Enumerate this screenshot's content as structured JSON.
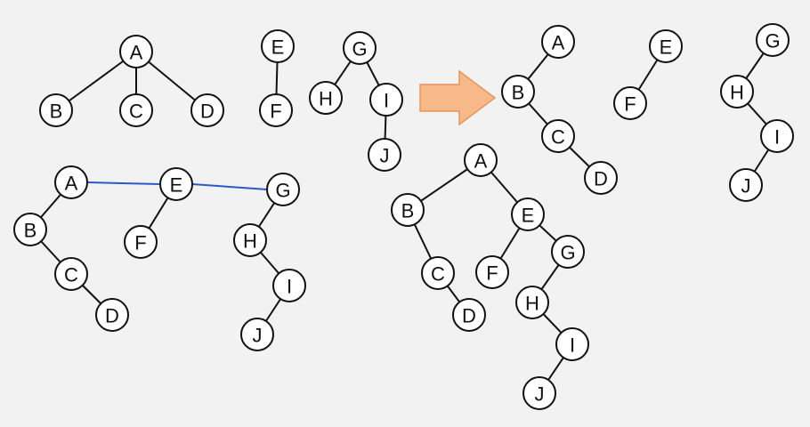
{
  "colors": {
    "background": "#f2f2f2",
    "node_fill": "#ffffff",
    "stroke": "#111111",
    "sibling_link": "#2a5bc4",
    "arrow_fill": "#f7b98a",
    "arrow_stroke": "#e8935a"
  },
  "groups": [
    {
      "id": "original-forest",
      "trees": [
        {
          "nodes": [
            "A",
            "B",
            "C",
            "D"
          ],
          "edges": [
            [
              "A",
              "B"
            ],
            [
              "A",
              "C"
            ],
            [
              "A",
              "D"
            ]
          ]
        },
        {
          "nodes": [
            "E",
            "F"
          ],
          "edges": [
            [
              "E",
              "F"
            ]
          ]
        },
        {
          "nodes": [
            "G",
            "H",
            "I",
            "J"
          ],
          "edges": [
            [
              "G",
              "H"
            ],
            [
              "G",
              "I"
            ],
            [
              "I",
              "J"
            ]
          ]
        }
      ]
    },
    {
      "id": "converted-trees",
      "trees": [
        {
          "nodes": [
            "A",
            "B",
            "C",
            "D"
          ],
          "edges": [
            [
              "A",
              "B"
            ],
            [
              "B",
              "C"
            ],
            [
              "C",
              "D"
            ]
          ]
        },
        {
          "nodes": [
            "E",
            "F"
          ],
          "edges": [
            [
              "E",
              "F"
            ]
          ]
        },
        {
          "nodes": [
            "G",
            "H",
            "I",
            "J"
          ],
          "edges": [
            [
              "G",
              "H"
            ],
            [
              "H",
              "I"
            ],
            [
              "I",
              "J"
            ]
          ]
        }
      ]
    },
    {
      "id": "linked-roots",
      "trees": [
        {
          "nodes": [
            "A",
            "B",
            "C",
            "D"
          ],
          "edges": [
            [
              "A",
              "B"
            ],
            [
              "B",
              "C"
            ],
            [
              "C",
              "D"
            ]
          ]
        },
        {
          "nodes": [
            "E",
            "F"
          ],
          "edges": [
            [
              "E",
              "F"
            ]
          ]
        },
        {
          "nodes": [
            "G",
            "H",
            "I",
            "J"
          ],
          "edges": [
            [
              "G",
              "H"
            ],
            [
              "H",
              "I"
            ],
            [
              "I",
              "J"
            ]
          ]
        }
      ],
      "root_links": [
        [
          "A",
          "E"
        ],
        [
          "E",
          "G"
        ]
      ]
    },
    {
      "id": "final-binary-tree",
      "trees": [
        {
          "nodes": [
            "A",
            "B",
            "C",
            "D",
            "E",
            "F",
            "G",
            "H",
            "I",
            "J"
          ],
          "edges": [
            [
              "A",
              "B"
            ],
            [
              "B",
              "C"
            ],
            [
              "C",
              "D"
            ],
            [
              "A",
              "E"
            ],
            [
              "E",
              "F"
            ],
            [
              "E",
              "G"
            ],
            [
              "G",
              "H"
            ],
            [
              "H",
              "I"
            ],
            [
              "I",
              "J"
            ]
          ]
        }
      ]
    }
  ]
}
